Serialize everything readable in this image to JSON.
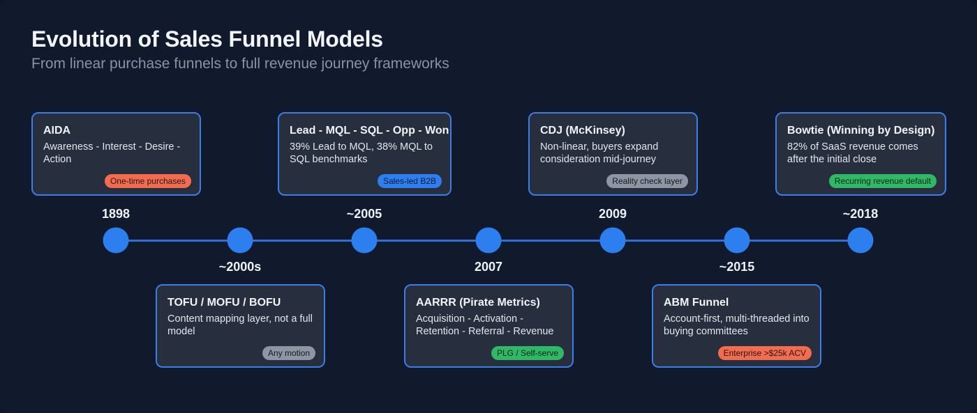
{
  "header": {
    "title": "Evolution of Sales Funnel Models",
    "subtitle": "From linear purchase funnels to full revenue journey frameworks"
  },
  "colors": {
    "background": "#111a2c",
    "card_bg": "#272e3d",
    "card_border": "#3a7ee8",
    "node": "#2d7ff0",
    "badge_orange": "#f26c4f",
    "badge_blue": "#2d7ff0",
    "badge_gray": "#8e95a3",
    "badge_green": "#2fb865"
  },
  "timeline": [
    {
      "year": "1898",
      "position": "above",
      "title": "AIDA",
      "description": "Awareness - Interest - Desire - Action",
      "badge": "One-time purchases",
      "badge_color": "orange"
    },
    {
      "year": "~2000s",
      "position": "below",
      "title": "TOFU / MOFU / BOFU",
      "description": "Content mapping layer, not a full model",
      "badge": "Any motion",
      "badge_color": "gray"
    },
    {
      "year": "~2005",
      "position": "above",
      "title": "Lead - MQL - SQL - Opp - Won",
      "description": "39% Lead to MQL, 38% MQL to SQL benchmarks",
      "badge": "Sales-led B2B",
      "badge_color": "blue"
    },
    {
      "year": "2007",
      "position": "below",
      "title": "AARRR (Pirate Metrics)",
      "description": "Acquisition - Activation - Retention - Referral - Revenue",
      "badge": "PLG / Self-serve",
      "badge_color": "green"
    },
    {
      "year": "2009",
      "position": "above",
      "title": "CDJ (McKinsey)",
      "description": "Non-linear, buyers expand consideration mid-journey",
      "badge": "Reality check layer",
      "badge_color": "gray"
    },
    {
      "year": "~2015",
      "position": "below",
      "title": "ABM Funnel",
      "description": "Account-first, multi-threaded into buying committees",
      "badge": "Enterprise >$25k ACV",
      "badge_color": "orange"
    },
    {
      "year": "~2018",
      "position": "above",
      "title": "Bowtie (Winning by Design)",
      "description": "82% of SaaS revenue comes after the initial close",
      "badge": "Recurring revenue default",
      "badge_color": "green"
    }
  ]
}
